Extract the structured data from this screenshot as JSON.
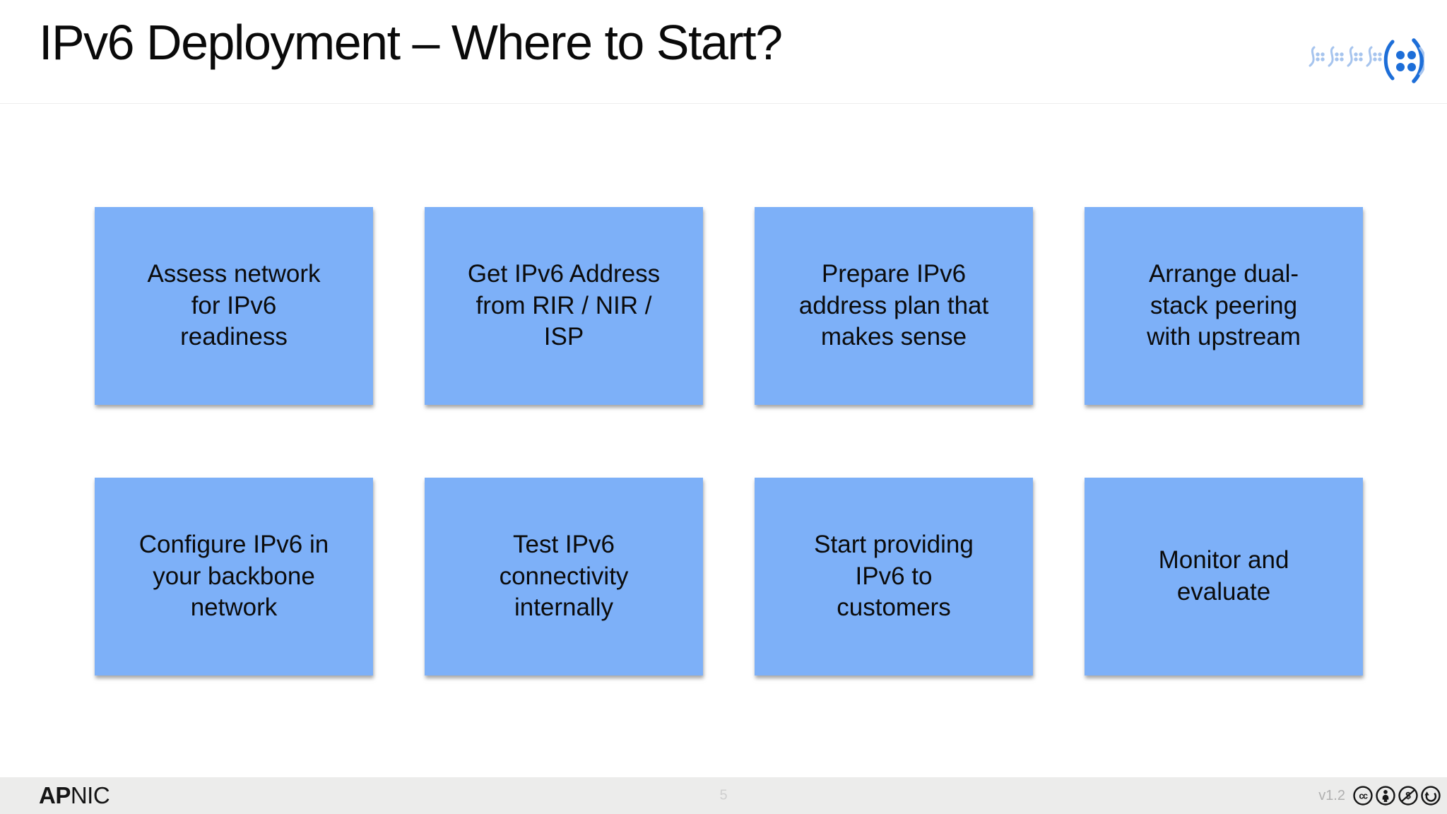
{
  "header": {
    "title": "IPv6 Deployment – Where to Start?",
    "logo_name": "apnic-logo"
  },
  "steps": [
    "Assess network\nfor IPv6\nreadiness",
    "Get IPv6 Address\nfrom RIR / NIR /\nISP",
    "Prepare IPv6\naddress plan that\nmakes sense",
    "Arrange dual-\nstack peering\nwith upstream",
    "Configure IPv6 in\nyour backbone\nnetwork",
    "Test IPv6\nconnectivity\ninternally",
    "Start providing\nIPv6 to\ncustomers",
    "Monitor and\nevaluate"
  ],
  "footer": {
    "brand_bold": "AP",
    "brand_regular": "NIC",
    "page_number": "5",
    "version": "v1.2",
    "license_icons": [
      "cc-icon",
      "cc-by-icon",
      "cc-nc-icon",
      "cc-sa-icon"
    ]
  },
  "colors": {
    "box_fill": "#7db0f8",
    "box_text": "#0b0b0b",
    "footer_background": "#ececeb",
    "logo_light_blue": "#a6c4ee",
    "logo_dark_blue": "#1d6ed8",
    "divider": "#ededed",
    "page_number_gray": "#cfcfcf",
    "version_gray": "#b0b0b0"
  }
}
